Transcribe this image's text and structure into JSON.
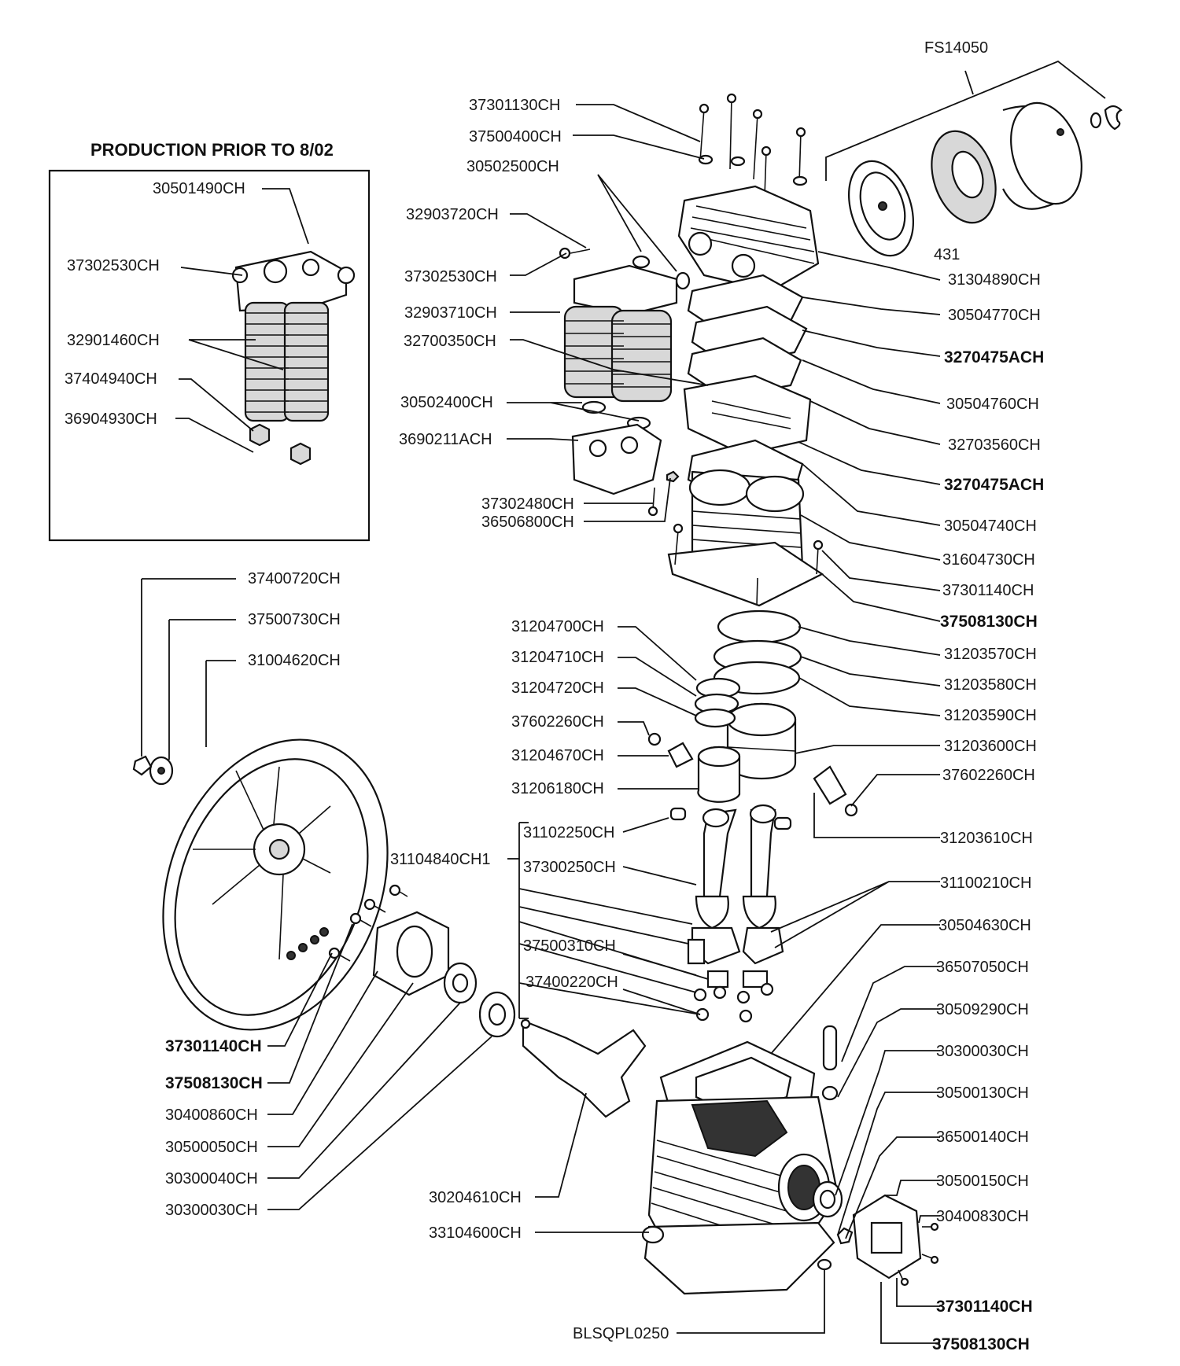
{
  "inset": {
    "title": "PRODUCTION PRIOR TO 8/02",
    "labels": [
      "30501490CH",
      "37302530CH",
      "32901460CH",
      "37404940CH",
      "36904930CH"
    ]
  },
  "labels": {
    "fs14050": "FS14050",
    "n431": "431",
    "l37301130": "37301130CH",
    "l37500400": "37500400CH",
    "l30502500": "30502500CH",
    "l32903720": "32903720CH",
    "l37302530": "37302530CH",
    "l32903710": "32903710CH",
    "l32700350": "32700350CH",
    "l30502400": "30502400CH",
    "l3690211A": "3690211ACH",
    "l37302480": "37302480CH",
    "l36506800": "36506800CH",
    "r31304890": "31304890CH",
    "r30504770": "30504770CH",
    "r3270475A_1": "3270475ACH",
    "r30504760": "30504760CH",
    "r32703560": "32703560CH",
    "r3270475A_2": "3270475ACH",
    "r30504740": "30504740CH",
    "r31604730": "31604730CH",
    "r37301140": "37301140CH",
    "r37508130": "37508130CH",
    "w37400720": "37400720CH",
    "w37500730": "37500730CH",
    "w31004620": "31004620CH",
    "p31204700": "31204700CH",
    "p31204710": "31204710CH",
    "p31204720": "31204720CH",
    "p37602260": "37602260CH",
    "p31204670": "31204670CH",
    "p31206180": "31206180CH",
    "r31203570": "31203570CH",
    "r31203580": "31203580CH",
    "r31203590": "31203590CH",
    "r31203600": "31203600CH",
    "r37602260": "37602260CH",
    "r31203610": "31203610CH",
    "c31104840": "31104840CH1",
    "c31102250": "31102250CH",
    "c37300250": "37300250CH",
    "c37500310": "37500310CH",
    "c37400220": "37400220CH",
    "r31100210": "31100210CH",
    "r30504630": "30504630CH",
    "r36507050": "36507050CH",
    "r30509290": "30509290CH",
    "r30300030": "30300030CH",
    "r30500130": "30500130CH",
    "r36500140": "36500140CH",
    "r30500150": "30500150CH",
    "r30400830": "30400830CH",
    "r37301140b": "37301140CH",
    "r37508130b": "37508130CH",
    "b37301140": "37301140CH",
    "b37508130": "37508130CH",
    "b30400860": "30400860CH",
    "b30500050": "30500050CH",
    "b30300040": "30300040CH",
    "b30300030": "30300030CH",
    "b30204610": "30204610CH",
    "b33104600": "33104600CH",
    "bBLSQPL0250": "BLSQPL0250"
  }
}
